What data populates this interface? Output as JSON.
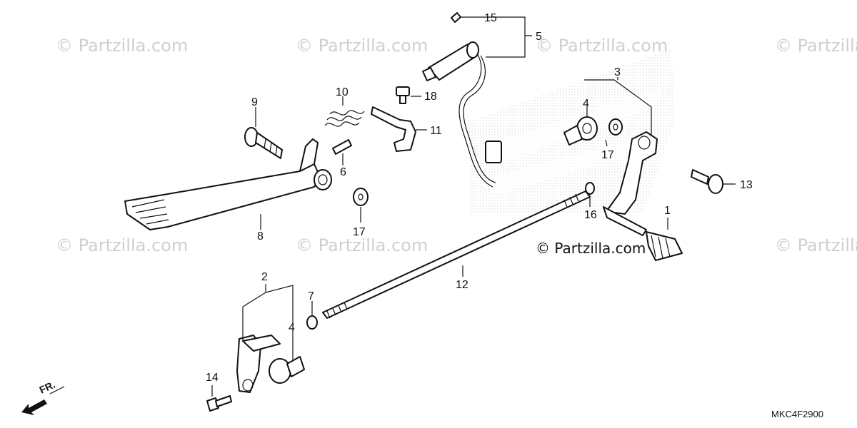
{
  "watermark": "© Partzilla.com",
  "copyright": "© Partzilla.com",
  "diagram_code": "MKC4F2900",
  "front_label": "FR.",
  "callouts": {
    "c1": "1",
    "c2": "2",
    "c3": "3",
    "c4a": "4",
    "c4b": "4",
    "c5": "5",
    "c6": "6",
    "c7": "7",
    "c8": "8",
    "c9": "9",
    "c10": "10",
    "c11": "11",
    "c12": "12",
    "c13": "13",
    "c14": "14",
    "c15": "15",
    "c16": "16",
    "c17a": "17",
    "c17b": "17",
    "c18": "18"
  },
  "colors": {
    "line": "#111111",
    "watermark": "#cfcfcf",
    "halftone": "#bdbdbd"
  }
}
